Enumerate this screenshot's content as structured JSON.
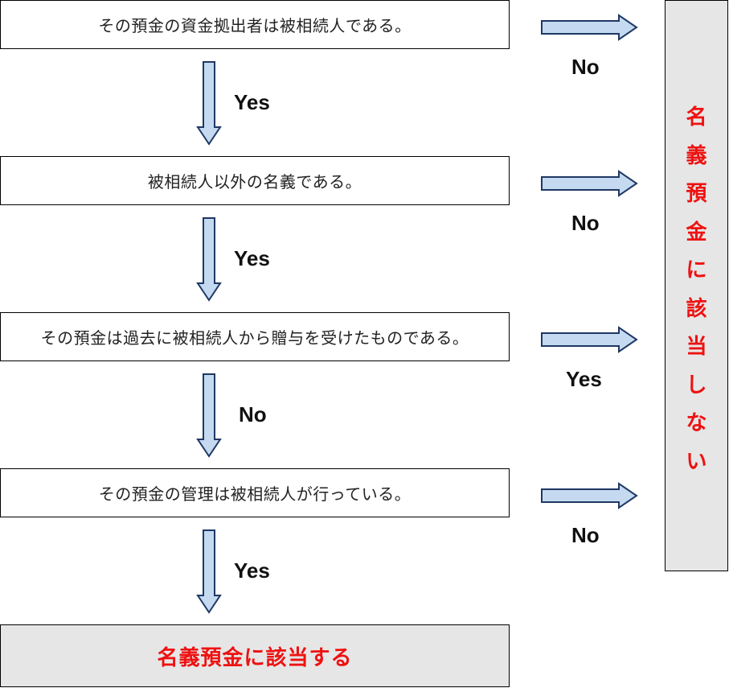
{
  "steps": [
    {
      "question": "その預金の資金拠出者は被相続人である。",
      "down_label": "Yes",
      "right_label": "No"
    },
    {
      "question": "被相続人以外の名義である。",
      "down_label": "Yes",
      "right_label": "No"
    },
    {
      "question": "その預金は過去に被相続人から贈与を受けたものである。",
      "down_label": "No",
      "right_label": "Yes"
    },
    {
      "question": "その預金の管理は被相続人が行っている。",
      "down_label": "Yes",
      "right_label": "No"
    }
  ],
  "result_yes": "名義預金に該当する",
  "result_no": "名義預金に該当しない",
  "colors": {
    "arrow_fill": "#c5d9f1",
    "arrow_stroke": "#1f3864",
    "result_text": "#ee1111",
    "result_bg": "#e6e6e6"
  }
}
